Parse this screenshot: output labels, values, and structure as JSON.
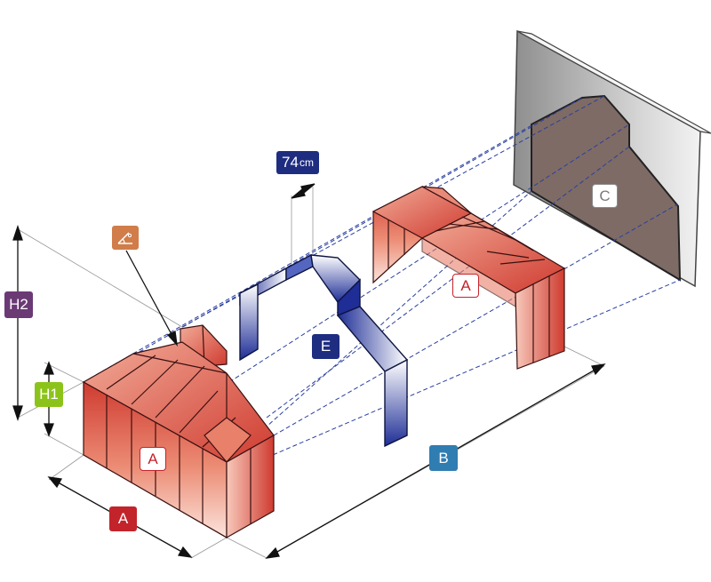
{
  "labels": {
    "h2": "H2",
    "h1": "H1",
    "a_bottom": "A",
    "a_front": "A",
    "a_back": "A",
    "b": "B",
    "c": "C",
    "e": "E",
    "distance_value": "74",
    "distance_unit": "cm"
  },
  "icons": {
    "roof_angle": "roof-angle-icon"
  },
  "colors": {
    "h2": "#6b3a74",
    "h1": "#8cc31a",
    "a": "#c3232b",
    "b": "#2f7db1",
    "e": "#1f2d80",
    "angle": "#d07d4a",
    "wall": "#7d6d66",
    "greenhouse": "#d9584a",
    "beam": "#2b3f9c"
  }
}
